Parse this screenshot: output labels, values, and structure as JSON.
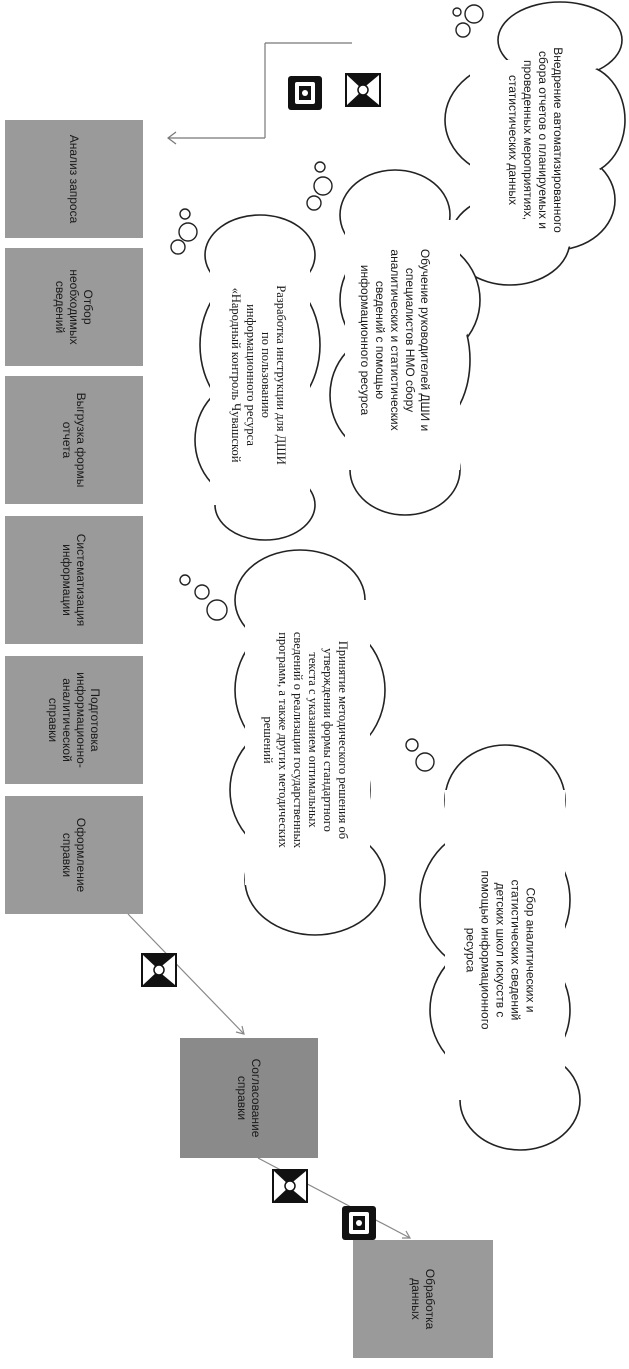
{
  "steps": [
    {
      "label": "Анализ запроса"
    },
    {
      "label": "Отбор\nнеобходимых\nсведений"
    },
    {
      "label": "Выгрузка формы\nотчета"
    },
    {
      "label": "Систематизация\nинформации"
    },
    {
      "label": "Подготовка\nинформационно-\nаналитической\nсправки"
    },
    {
      "label": "Оформление\nсправки"
    },
    {
      "label": "Согласование\nсправки"
    },
    {
      "label": "Обработка\nданных"
    }
  ],
  "clouds": [
    {
      "text": "Внедрение автоматизированного\nсбора отчетов о планируемых и\nпроведенных мероприятиях,\nстатистических данных"
    },
    {
      "text": "Обучение руководителей ДШИ и\nспециалистов НМО сбору\nаналитических и статистических\nсведений с помощью\nинформационного ресурса"
    },
    {
      "text": "Разработка инструкции для ДШИ\nпо пользованию\nинформационного ресурса\n«Народный контроль Чувашской"
    },
    {
      "text": "Принятие методического решения об\nутверждении формы стандартного\nтекста с указанием оптимальных\nсведений о реализации государственных\nпрограмм, а также других методических\nрешений"
    },
    {
      "text": "Сбор аналитических и\nстатистических сведений\nдетских школ искусств с\nпомощью информационного\nресурса"
    }
  ],
  "colors": {
    "box_fill": "#9a9a9a",
    "box_fill_dark": "#8a8a8a",
    "cloud_fill": "#ffffff",
    "stroke": "#222222",
    "arrow": "#888888"
  },
  "icons": [
    "envelope-icon",
    "telephone-icon"
  ]
}
